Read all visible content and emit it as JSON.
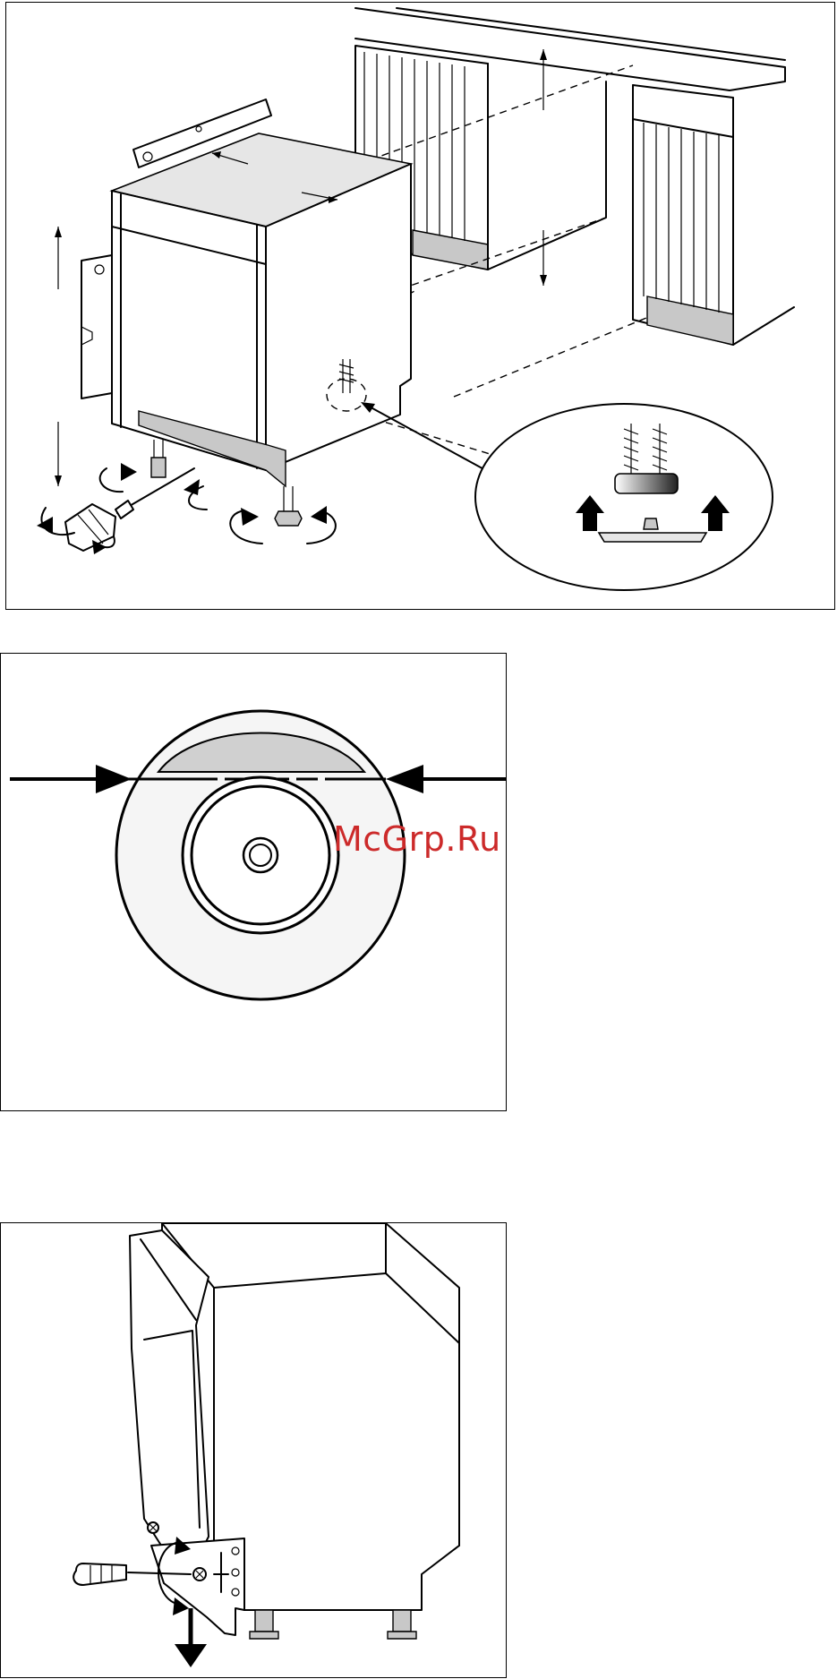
{
  "watermark": {
    "text": "McGrp.Ru",
    "color": "#cc2a2a"
  },
  "figures": [
    {
      "id": "figure-levelling-adjustable-feet",
      "icons": [
        "spirit-level-icon",
        "screwdriver-icon",
        "adjustable-foot-icon",
        "rotate-arrow-icon",
        "up-arrow-icon"
      ]
    },
    {
      "id": "figure-level-indicator",
      "icons": [
        "left-arrow-icon",
        "right-arrow-icon",
        "bubble-indicator-icon"
      ]
    },
    {
      "id": "figure-door-hinge-adjustment",
      "icons": [
        "screwdriver-icon",
        "rotate-arrow-icon",
        "down-arrow-icon",
        "hinge-bracket-icon"
      ]
    }
  ]
}
